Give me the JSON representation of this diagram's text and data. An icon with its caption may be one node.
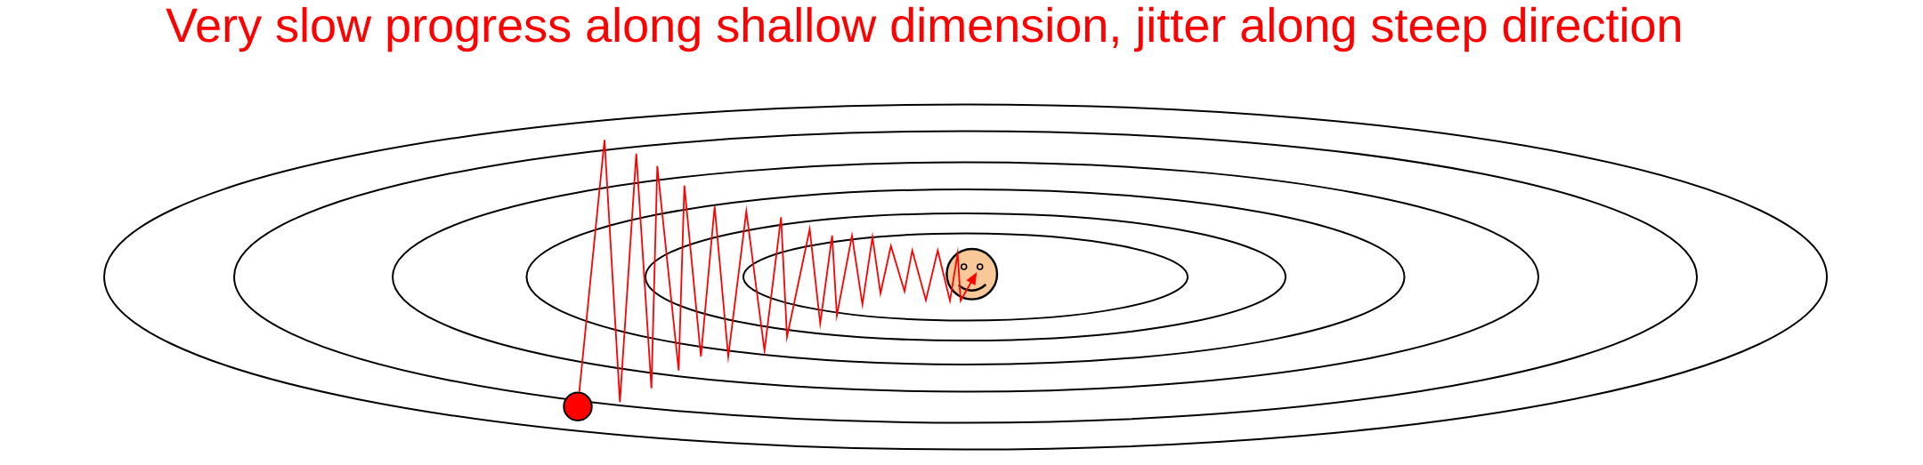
{
  "diagram": {
    "title": "Very slow progress along shallow dimension, jitter along steep direction",
    "nodes": [
      {
        "text": [],
        "shape": "circle"
      },
      {
        "text": [],
        "shape": "picture"
      }
    ],
    "edges": [
      {
        "from": 0,
        "to": 1,
        "arrow": "to",
        "color": "#ff0000"
      }
    ]
  }
}
